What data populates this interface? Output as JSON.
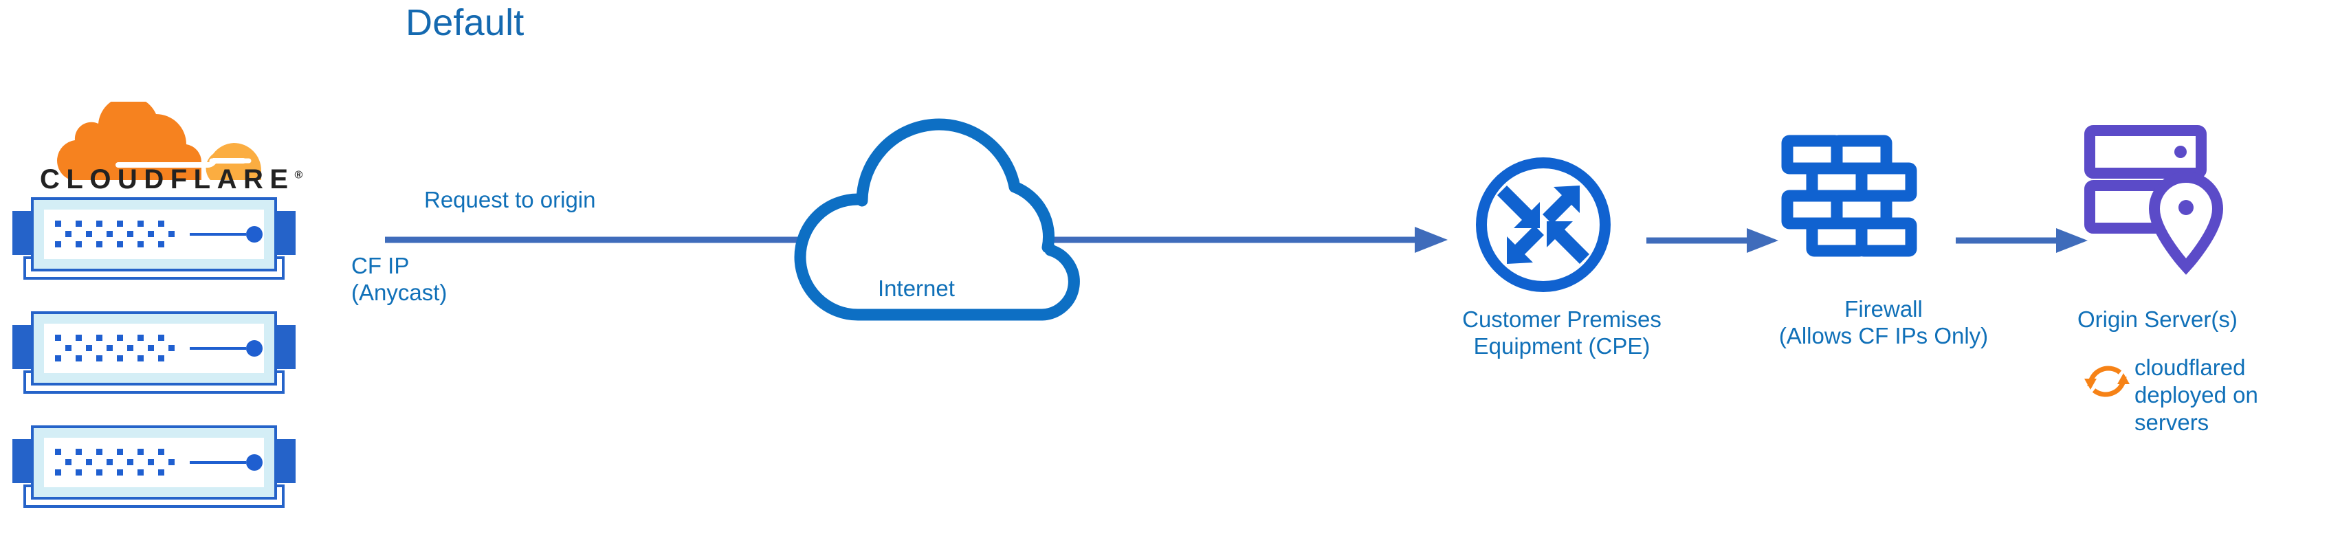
{
  "title": "Default",
  "brand": {
    "wordmark": "CLOUDFLARE",
    "registered_mark": "®",
    "logo_icon": "cloudflare-cloud-logo",
    "orange_primary": "#F6821F",
    "orange_secondary": "#FBAD41"
  },
  "colors": {
    "title_blue": "#1469b0",
    "label_blue": "#1070b8",
    "arrow_blue": "#3f6cbb",
    "cloud_stroke": "#0d6fc4",
    "icon_blue": "#1062d0",
    "origin_purple": "#5b4bc8",
    "server_border": "#2563c9",
    "server_inner": "#d4eef6",
    "cloudflared_orange": "#F68216"
  },
  "nodes": {
    "cf_network": {
      "name": "cloudflare-server-stack",
      "count": 3,
      "ip_label_line1": "CF IP",
      "ip_label_line2": "(Anycast)"
    },
    "internet": {
      "label": "Internet",
      "icon": "cloud-outline-icon"
    },
    "cpe": {
      "label_line1": "Customer Premises",
      "label_line2": "Equipment (CPE)",
      "icon": "router-four-arrows-circle-icon"
    },
    "firewall": {
      "label_line1": "Firewall",
      "label_line2": "(Allows CF IPs Only)",
      "icon": "brick-wall-icon"
    },
    "origin": {
      "label": "Origin Server(s)",
      "icon": "server-rack-location-pin-icon",
      "note_line1": "cloudflared",
      "note_line2": "deployed on",
      "note_line3": "servers",
      "note_icon": "circular-arrows-sync-icon"
    }
  },
  "flows": {
    "request_to_origin": "Request to origin",
    "arrows": [
      {
        "name": "arrow-cf-to-cpe",
        "from": "cloudflare-network",
        "to": "customer-premises-equipment"
      },
      {
        "name": "arrow-cpe-to-firewall",
        "from": "customer-premises-equipment",
        "to": "firewall"
      },
      {
        "name": "arrow-firewall-to-origin",
        "from": "firewall",
        "to": "origin-server"
      }
    ]
  }
}
